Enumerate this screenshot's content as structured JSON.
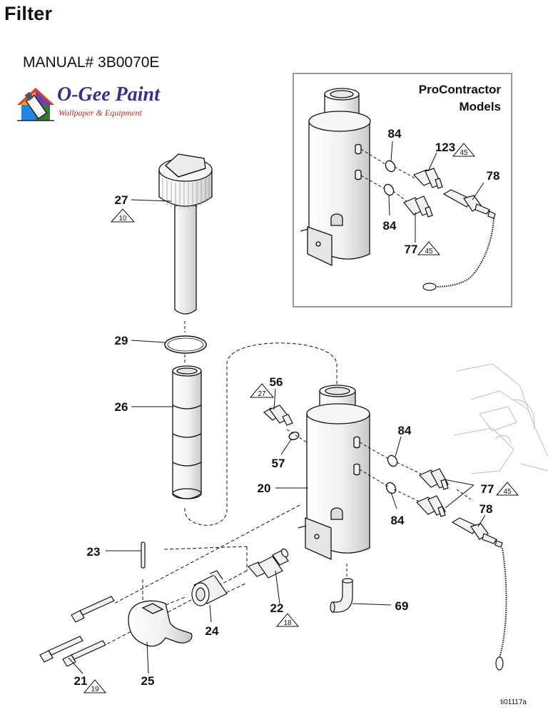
{
  "page": {
    "title": "Filter",
    "manual": "MANUAL# 3B0070E"
  },
  "logo": {
    "name": "O-Gee Paint",
    "tagline": "Wallpaper & Equipment"
  },
  "inset": {
    "title_line1": "ProContractor",
    "title_line2": "Models"
  },
  "labels": {
    "p27": "27",
    "p29": "29",
    "p26": "26",
    "p56": "56",
    "p57": "57",
    "p20": "20",
    "p84a": "84",
    "p84b": "84",
    "p77": "77",
    "p78": "78",
    "p23": "23",
    "p22": "22",
    "p69": "69",
    "p24": "24",
    "p21": "21",
    "p25": "25",
    "i84a": "84",
    "i84b": "84",
    "i123": "123",
    "i78": "78",
    "i77": "77"
  },
  "refs": {
    "r27": "10",
    "r56": "27",
    "r77": "45",
    "r22": "18",
    "r21": "19",
    "i123": "45",
    "i77": "45"
  },
  "drawing_id": "ti01117a",
  "colors": {
    "line": "#111111",
    "part_fill": "#f4f4f4",
    "inset_border": "#9a9a9a",
    "logo_text": "#3a2f8c",
    "logo_tagline": "#c0262e"
  }
}
